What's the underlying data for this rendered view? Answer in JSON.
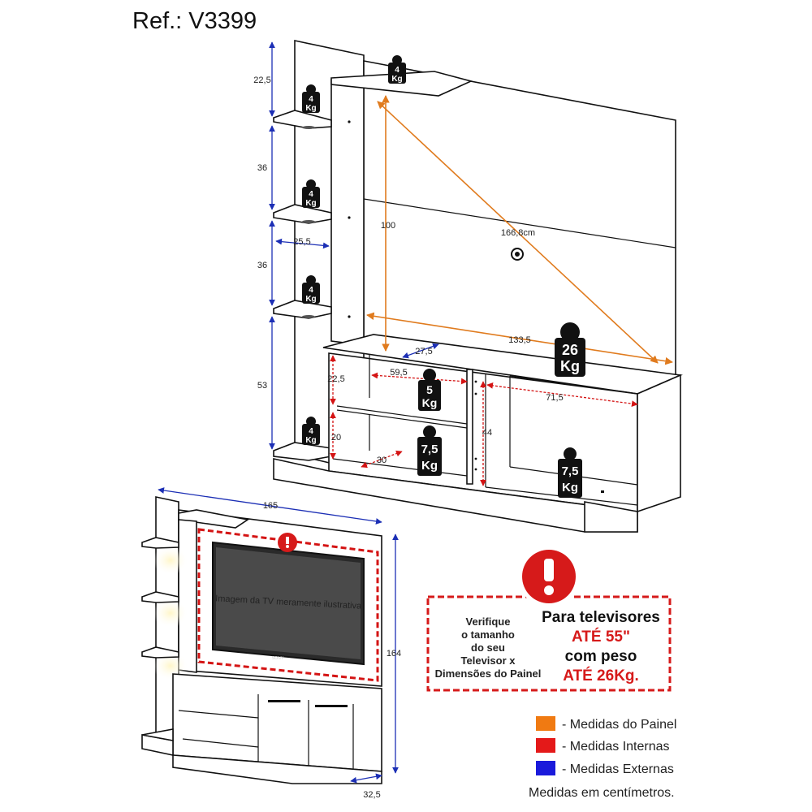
{
  "reference": "Ref.: V3399",
  "dimensions": {
    "shelf_gap_top": "22,5",
    "shelf_gap_mid1": "36",
    "shelf_gap_mid2": "36",
    "shelf_gap_bottom": "53",
    "shelf_depth": "25,5",
    "panel_height": "100",
    "panel_diagonal": "166,8cm",
    "panel_width": "133,5",
    "rack_depth_inner": "27,5",
    "niche_width": "59,5",
    "niche_height_top": "22,5",
    "niche_height_bottom": "20",
    "niche_depth": "30",
    "door_width": "71,5",
    "door_height": "44",
    "total_width": "165",
    "total_height": "164",
    "total_depth": "32,5"
  },
  "weights": {
    "top_shelf": [
      "4",
      "Kg"
    ],
    "side_shelf_1": [
      "4",
      "Kg"
    ],
    "side_shelf_2": [
      "4",
      "Kg"
    ],
    "side_shelf_3": [
      "4",
      "Kg"
    ],
    "side_shelf_4": [
      "4",
      "Kg"
    ],
    "panel": [
      "26",
      "Kg"
    ],
    "niche_top": [
      "5",
      "Kg"
    ],
    "niche_bottom": [
      "7,5",
      "Kg"
    ],
    "cabinet": [
      "7,5",
      "Kg"
    ]
  },
  "tv_caption": "Imagem da TV meramente ilustrativa",
  "tv_brand": "SONY",
  "warning_box": {
    "verify_lines": [
      "Verifique",
      "o tamanho",
      "do seu",
      "Televisor x",
      "Dimensões do Painel"
    ],
    "headline": "Para televisores",
    "size_limit": "ATÉ 55\"",
    "weight_label": "com peso",
    "weight_limit": "ATÉ 26Kg."
  },
  "legend": {
    "items": [
      {
        "label": "- Medidas do Painel",
        "color": "#f07a12"
      },
      {
        "label": "- Medidas Internas",
        "color": "#e41919"
      },
      {
        "label": "- Medidas Externas",
        "color": "#1a1adb"
      }
    ],
    "units": "Medidas em centímetros."
  },
  "colors": {
    "panel": "#e07b1e",
    "internal": "#d41414",
    "external": "#1c2fb5",
    "warning": "#d61a1a"
  }
}
